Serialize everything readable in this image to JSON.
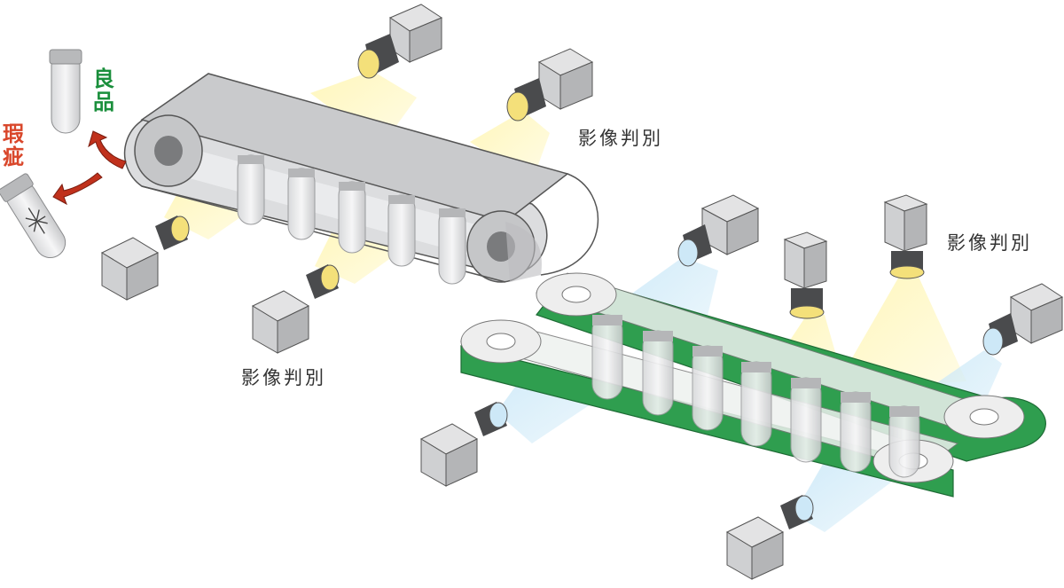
{
  "labels": {
    "recognition_1": "影像判別",
    "recognition_2": "影像判別",
    "recognition_3": "影像判別",
    "good_label": "良品",
    "defect_label": "瑕疵"
  },
  "colors": {
    "good": "#1a8f3c",
    "defect": "#d9472b",
    "arrow": "#c0311c",
    "belt_gray": "#cfd0d2",
    "belt_green": "#2f9e4f",
    "light_yellow": "#fff3b0",
    "light_blue": "#bfe3f7"
  },
  "icons": {
    "camera": "industrial-camera-icon",
    "tube": "test-tube-icon",
    "arrow": "sort-arrow-icon"
  }
}
